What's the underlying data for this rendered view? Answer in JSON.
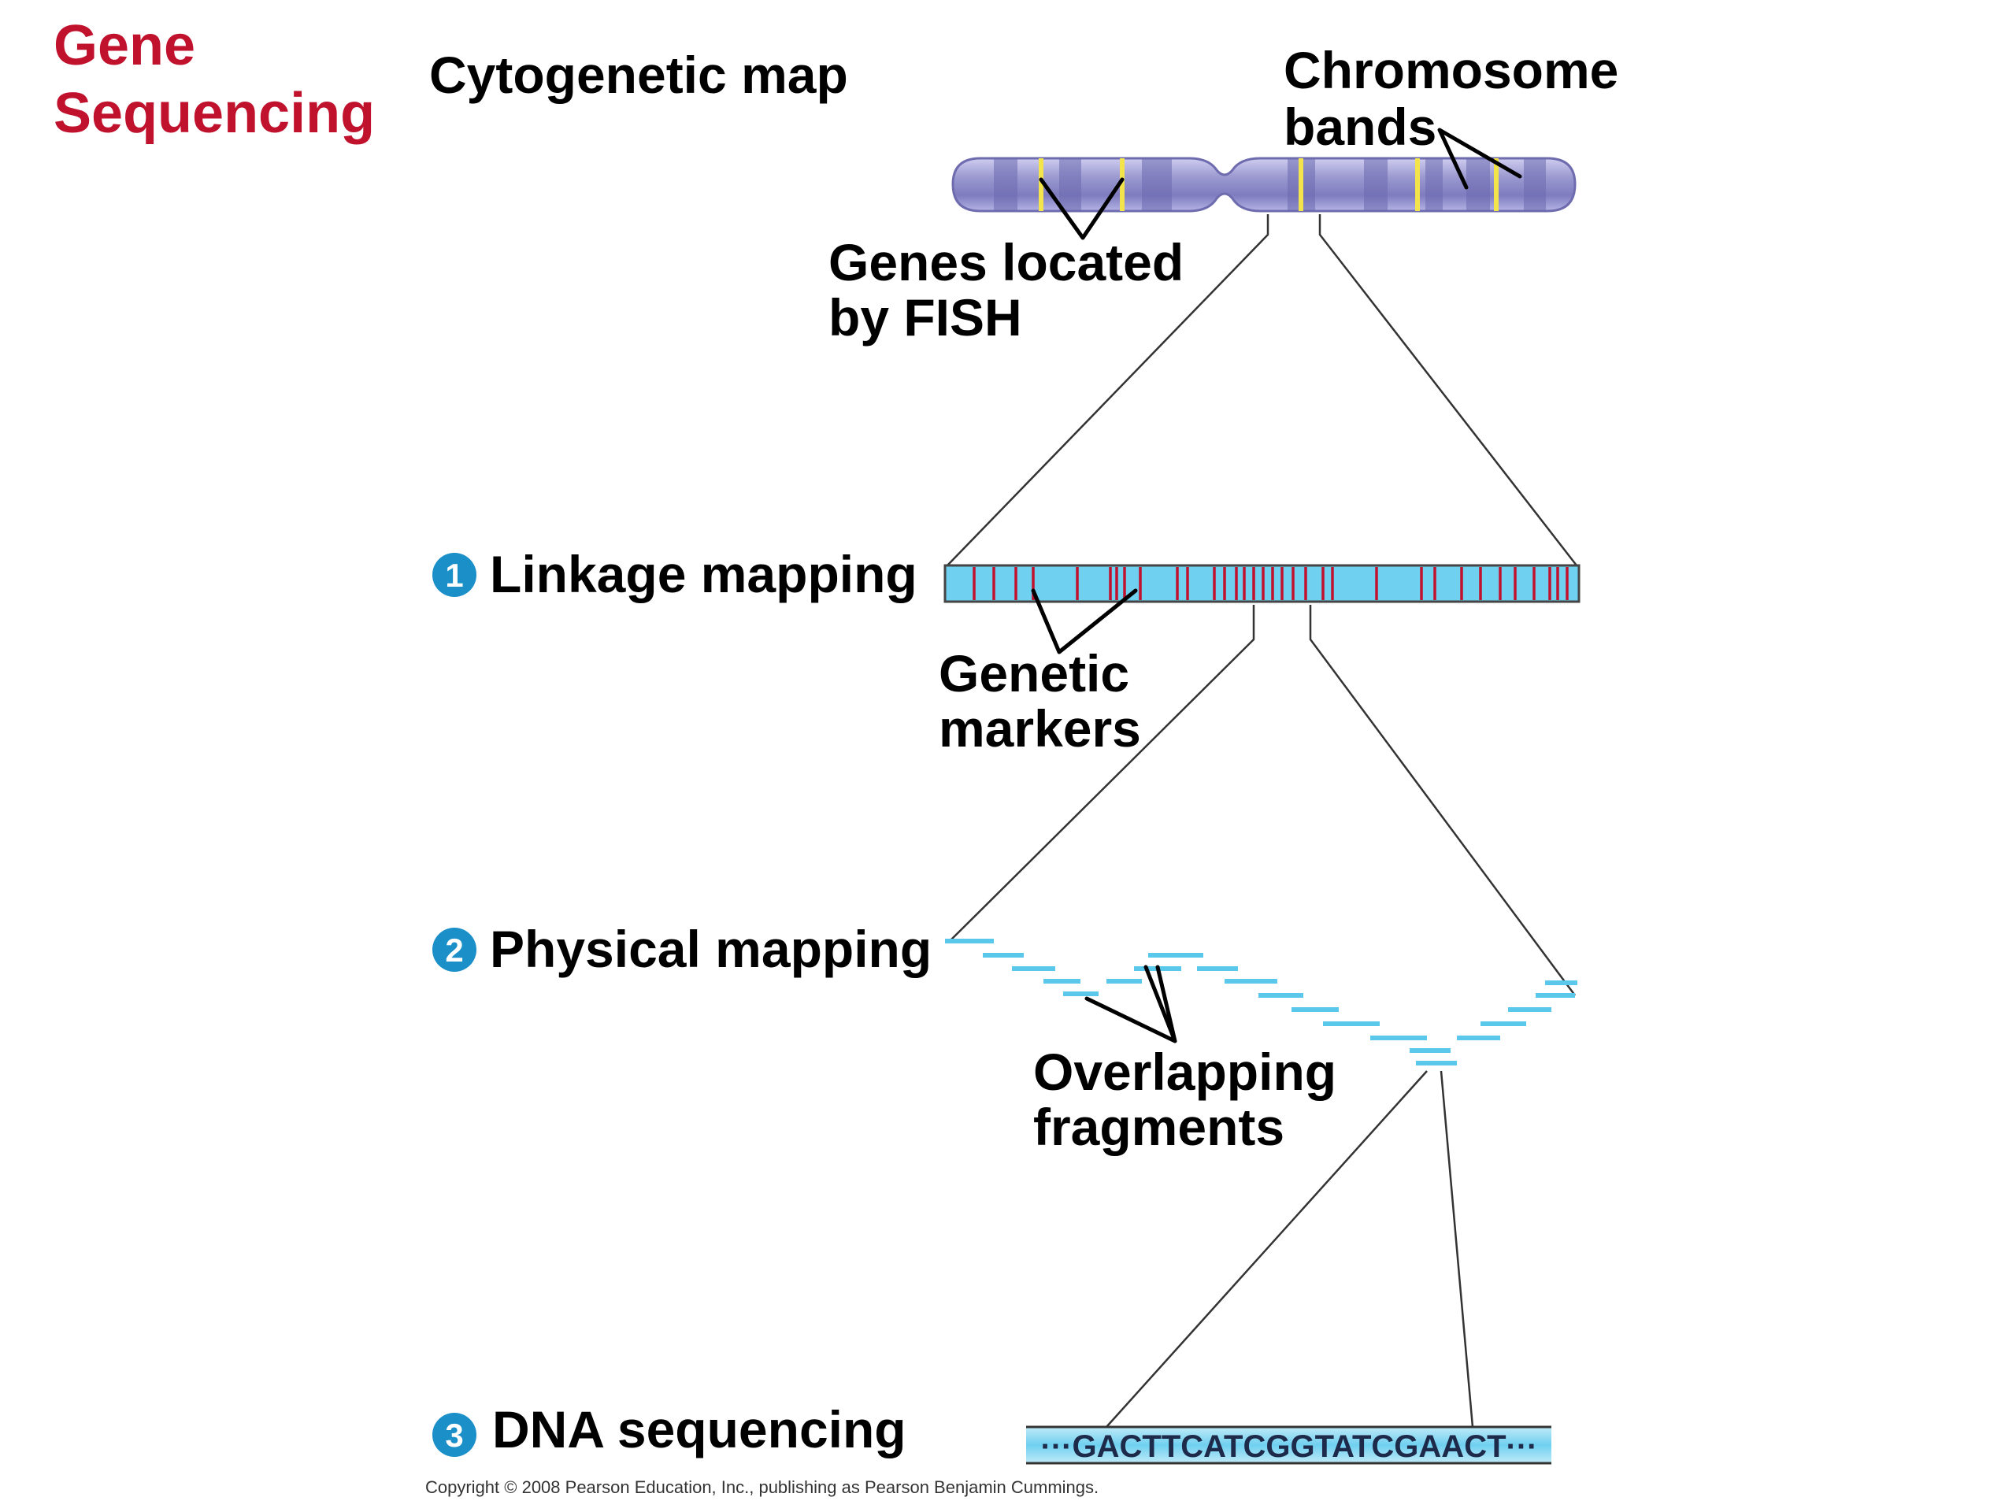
{
  "title_lines": [
    "Gene",
    "Sequencing"
  ],
  "cytogenetic": {
    "heading": "Cytogenetic map",
    "bands_label": [
      "Chromosome",
      "bands"
    ],
    "genes_label": [
      "Genes located",
      "by FISH"
    ]
  },
  "steps": [
    {
      "number": "1",
      "label": "Linkage mapping"
    },
    {
      "number": "2",
      "label": "Physical mapping"
    },
    {
      "number": "3",
      "label": "DNA sequencing"
    }
  ],
  "markers_label": [
    "Genetic",
    "markers"
  ],
  "fragments_label": [
    "Overlapping",
    "fragments"
  ],
  "sequence": "···GACTTCATCGGTATCGAACT···",
  "copyright": "Copyright © 2008 Pearson Education, Inc., publishing as Pearson Benjamin Cummings.",
  "colors": {
    "title": "#c0112d",
    "chromosome": "#9c9ad0",
    "gene_band": "#f2e44a",
    "linkage_bar": "#6fd0f0",
    "marker": "#c0112d",
    "fragment": "#5ac8ea",
    "badge": "#1a8fc8"
  }
}
